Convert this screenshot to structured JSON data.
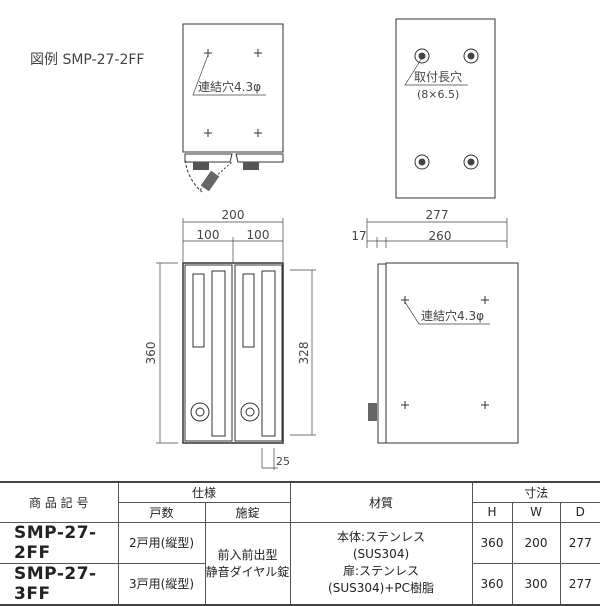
{
  "legend_label": "図例 SMP-27-2FF",
  "top_view": {
    "hole_label": "連結穴4.3φ"
  },
  "back_view": {
    "slot_label": "取付長穴",
    "slot_size": "(8×6.5)"
  },
  "front_view": {
    "width_total": "200",
    "width_left": "100",
    "width_right": "100",
    "height": "360",
    "door_height": "328",
    "gap": "25"
  },
  "side_view": {
    "depth_total": "277",
    "door_depth": "17",
    "body_depth": "260",
    "hole_label": "連結穴4.3φ"
  },
  "table": {
    "headers": {
      "model": "商 品 記 号",
      "spec": "仕様",
      "units": "戸数",
      "lock": "施錠",
      "material": "材質",
      "dims": "寸法",
      "h": "H",
      "w": "W",
      "d": "D"
    },
    "lock_value": [
      "前入前出型",
      "静音ダイヤル錠"
    ],
    "material_value": [
      "本体:ステンレス",
      "(SUS304)",
      "扉:ステンレス",
      "(SUS304)+PC樹脂"
    ],
    "rows": [
      {
        "model": "SMP-27-2FF",
        "units": "2戸用(縦型)",
        "h": "360",
        "w": "200",
        "d": "277"
      },
      {
        "model": "SMP-27-3FF",
        "units": "3戸用(縦型)",
        "h": "360",
        "w": "300",
        "d": "277"
      }
    ]
  }
}
